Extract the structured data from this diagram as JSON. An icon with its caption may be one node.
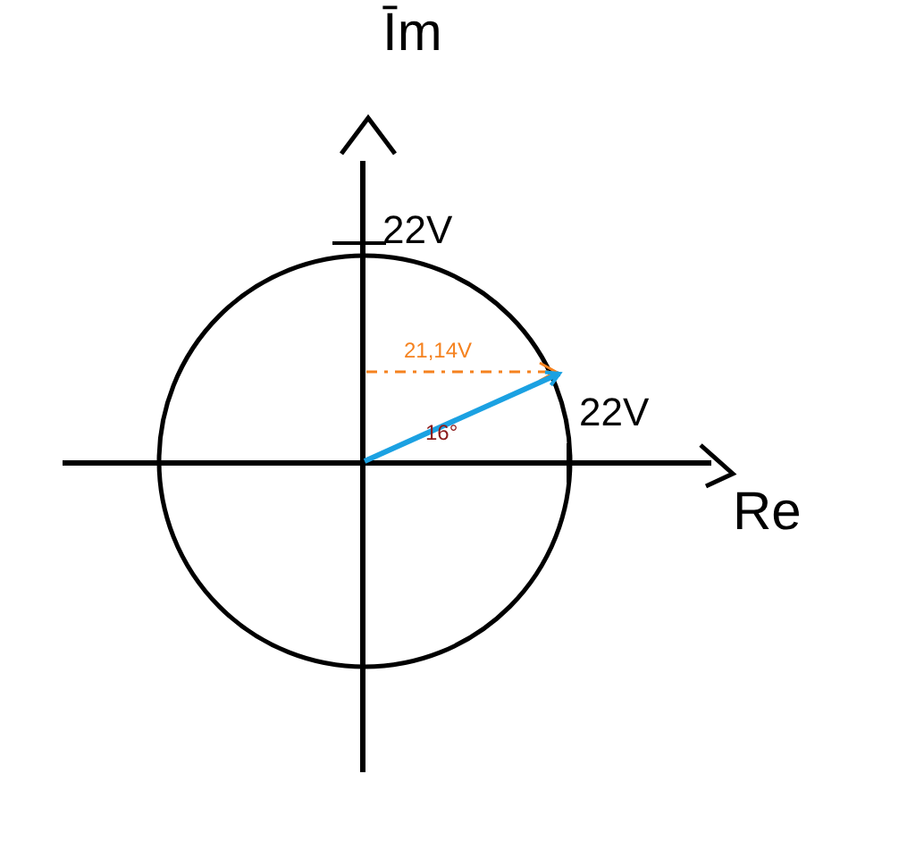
{
  "diagram": {
    "labels": [
      "Īm",
      "22V",
      "21,14V",
      "16°",
      "22V",
      "Re"
    ]
  }
}
